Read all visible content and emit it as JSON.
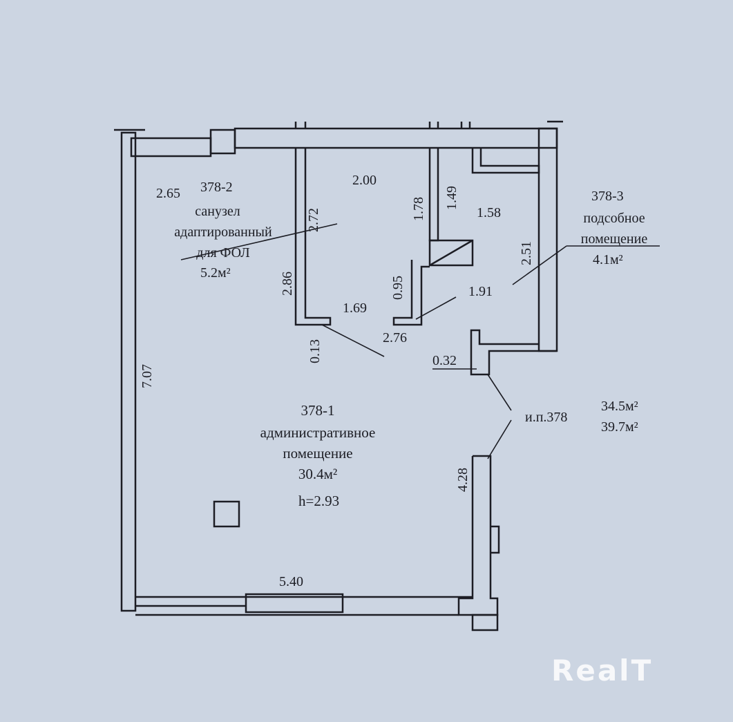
{
  "rooms": {
    "bathroom": {
      "id": "378-2",
      "name_line1": "санузел",
      "name_line2": "адаптированный",
      "name_line3": "для ФОЛ",
      "area": "5.2м²"
    },
    "storage": {
      "id": "378-3",
      "name_line1": "подсобное",
      "name_line2": "помещение",
      "area": "4.1м²"
    },
    "admin": {
      "id": "378-1",
      "name_line1": "административное",
      "name_line2": "помещение",
      "area": "30.4м²",
      "height": "h=2.93"
    }
  },
  "premises": {
    "label": "и.п.378",
    "area_main": "34.5м²",
    "area_total": "39.7м²"
  },
  "dimensions": {
    "d265": "2.65",
    "d272": "2.72",
    "d286": "2.86",
    "d200": "2.00",
    "d178": "1.78",
    "d149": "1.49",
    "d158": "1.58",
    "d251": "2.51",
    "d095": "0.95",
    "d191": "1.91",
    "d169": "1.69",
    "d276": "2.76",
    "d013": "0.13",
    "d032": "0.32",
    "d707": "7.07",
    "d428": "4.28",
    "d540": "5.40"
  },
  "watermark": "RealT",
  "colors": {
    "background": "#ccd5e2",
    "ink": "#1c1d24"
  }
}
